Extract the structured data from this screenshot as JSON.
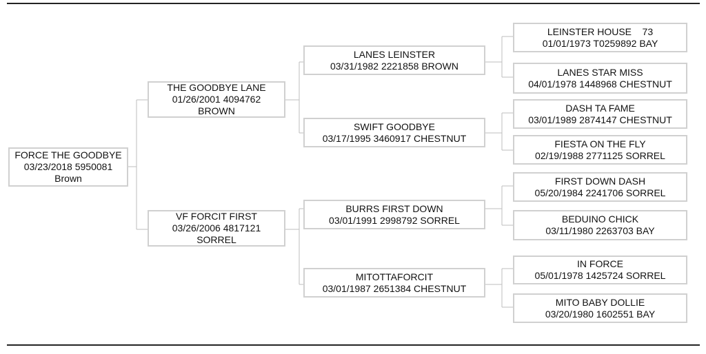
{
  "horses": {
    "subject": {
      "name": "FORCE THE GOODBYE",
      "line2": "03/23/2018 5950081",
      "line3": "Brown"
    },
    "sire": {
      "name": "THE GOODBYE LANE",
      "line2": "01/26/2001 4094762",
      "line3": "BROWN"
    },
    "dam": {
      "name": "VF FORCIT FIRST",
      "line2": "03/26/2006 4817121",
      "line3": "SORREL"
    },
    "sire_sire": {
      "name": "LANES LEINSTER",
      "line2": "03/31/1982 2221858 BROWN"
    },
    "sire_dam": {
      "name": "SWIFT GOODBYE",
      "line2": "03/17/1995 3460917 CHESTNUT"
    },
    "dam_sire": {
      "name": "BURRS FIRST DOWN",
      "line2": "03/01/1991 2998792 SORREL"
    },
    "dam_dam": {
      "name": "MITOTTAFORCIT",
      "line2": "03/01/1987 2651384 CHESTNUT"
    },
    "ss_sire": {
      "name": "LEINSTER HOUSE    73",
      "line2": "01/01/1973 T0259892 BAY"
    },
    "ss_dam": {
      "name": "LANES STAR MISS",
      "line2": "04/01/1978 1448968 CHESTNUT"
    },
    "sd_sire": {
      "name": "DASH TA FAME",
      "line2": "03/01/1989 2874147 CHESTNUT"
    },
    "sd_dam": {
      "name": "FIESTA ON THE FLY",
      "line2": "02/19/1988 2771125 SORREL"
    },
    "ds_sire": {
      "name": "FIRST DOWN DASH",
      "line2": "05/20/1984 2241706 SORREL"
    },
    "ds_dam": {
      "name": "BEDUINO CHICK",
      "line2": "03/11/1980 2263703 BAY"
    },
    "dd_sire": {
      "name": "IN FORCE",
      "line2": "05/01/1978 1425724 SORREL"
    },
    "dd_dam": {
      "name": "MITO BABY DOLLIE",
      "line2": "03/20/1980 1602551 BAY"
    }
  }
}
